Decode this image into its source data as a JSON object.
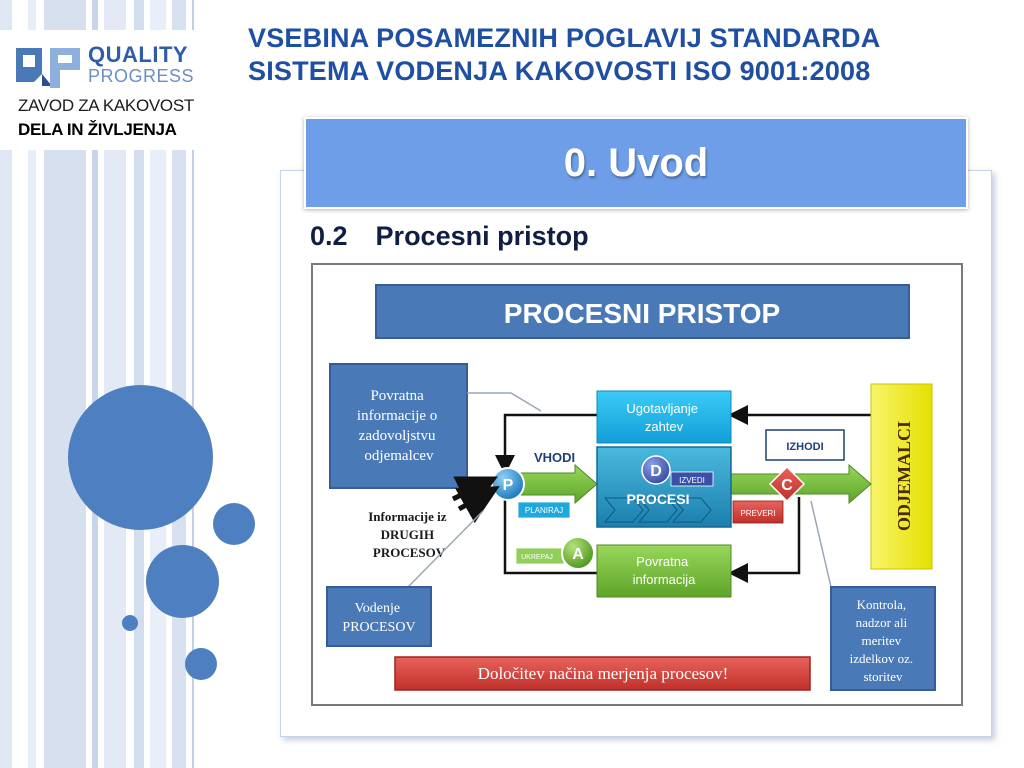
{
  "slide": {
    "title_line1": "VSEBINA POSAMEZNIH POGLAVIJ STANDARDA",
    "title_line2": "SISTEMA VODENJA KAKOVOSTI ISO 9001:2008",
    "section_title": "0. Uvod",
    "subsection_number": "0.2",
    "subsection_title": "Procesni pristop"
  },
  "logo": {
    "word1": "QUALITY",
    "word2": "PROGRESS",
    "line1": "ZAVOD ZA KAKOVOST",
    "line2": "DELA IN ŽIVLJENJA"
  },
  "diagram": {
    "title": "PROCESNI PRISTOP",
    "feedback_satisfaction": [
      "Povratna",
      "informacije o",
      "zadovoljstvu",
      "odjemalcev"
    ],
    "requirements": [
      "Ugotavljanje",
      "zahtev"
    ],
    "inputs_label": "VHODI",
    "outputs_label": "IZHODI",
    "customers_label": "ODJEMALCI",
    "p_label": "P",
    "d_label": "D",
    "c_label": "C",
    "a_label": "A",
    "izvedi_label": "IZVEDI",
    "processes_label": "PROCESI",
    "planiraj_label": "PLANIRAJ",
    "preveri_label": "PREVERI",
    "ukrepaj_label": "UKREPAJ",
    "other_processes": [
      "Informacije iz",
      "DRUGIH",
      "PROCESOV"
    ],
    "feedback": [
      "Povratna",
      "informacija"
    ],
    "managing_processes": [
      "Vodenje",
      "PROCESOV"
    ],
    "control": [
      "Kontrola,",
      "nadzor ali",
      "meritev",
      "izdelkov oz.",
      "storitev"
    ],
    "measurement": "Določitev načina merjenja procesov!"
  },
  "colors": {
    "title_blue": "#1f4fa3",
    "header_blue": "#6e9ee8",
    "circle_blue": "#4e7fc0",
    "box_blue": "#4a79b8",
    "cyan": "#1fb6ea",
    "green": "#7cc340",
    "yellow": "#f2ee1a",
    "red": "#d23a34"
  }
}
